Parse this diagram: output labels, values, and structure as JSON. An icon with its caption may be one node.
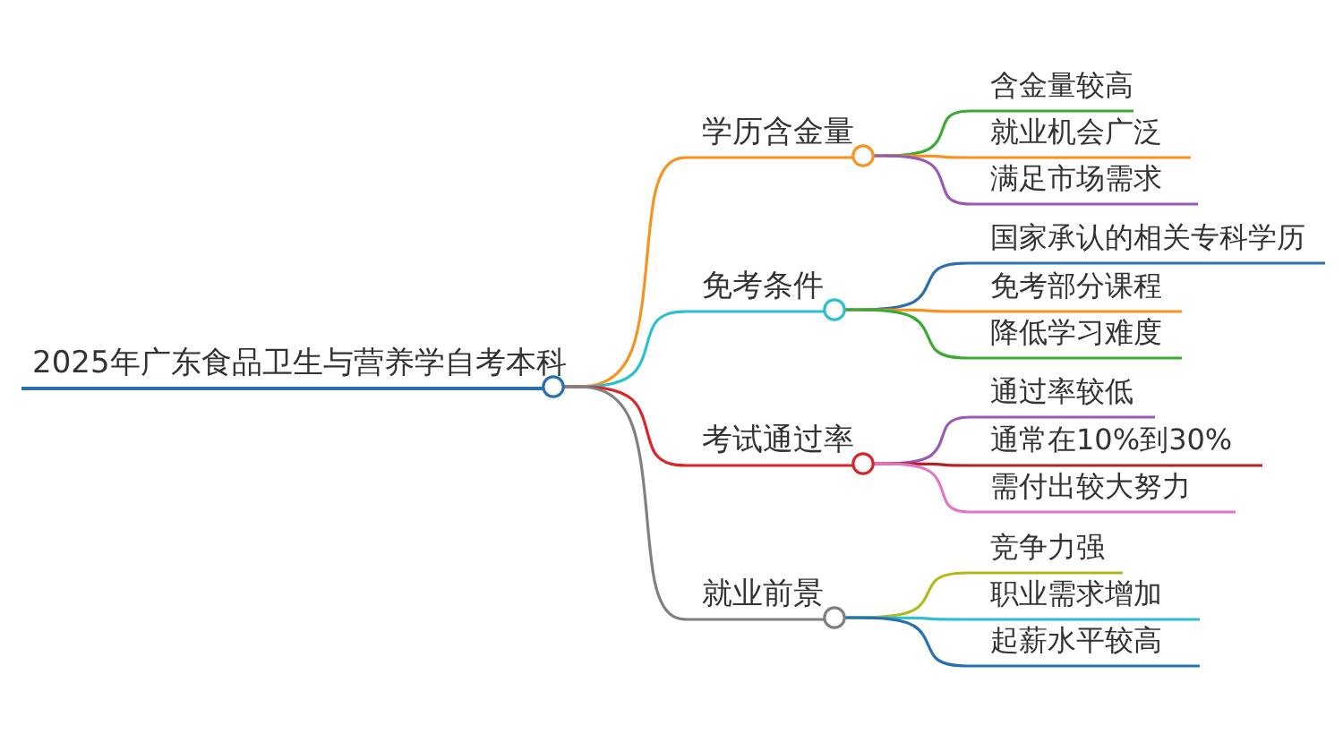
{
  "diagram": {
    "nodes": [
      {
        "text": [
          "2025年广东食品卫生与营养学自考本科"
        ]
      },
      {
        "text": [
          "学历含金量"
        ]
      },
      {
        "text": [
          "含金量较高"
        ]
      },
      {
        "text": [
          "就业机会广泛"
        ]
      },
      {
        "text": [
          "满足市场需求"
        ]
      },
      {
        "text": [
          "免考条件"
        ]
      },
      {
        "text": [
          "国家承认的相关专科学历"
        ]
      },
      {
        "text": [
          "免考部分课程"
        ]
      },
      {
        "text": [
          "降低学习难度"
        ]
      },
      {
        "text": [
          "考试通过率"
        ]
      },
      {
        "text": [
          "通过率较低"
        ]
      },
      {
        "text": [
          "通常在10%到30%"
        ]
      },
      {
        "text": [
          "需付出较大努力"
        ]
      },
      {
        "text": [
          "就业前景"
        ]
      },
      {
        "text": [
          "竞争力强"
        ]
      },
      {
        "text": [
          "职业需求增加"
        ]
      },
      {
        "text": [
          "起薪水平较高"
        ]
      }
    ],
    "edges": [
      {
        "from": 0,
        "to": 1,
        "arrow": "none",
        "color": "#f7931e"
      },
      {
        "from": 1,
        "to": 2,
        "arrow": "none",
        "color": "#3aaa35"
      },
      {
        "from": 1,
        "to": 3,
        "arrow": "none",
        "color": "#f7931e"
      },
      {
        "from": 1,
        "to": 4,
        "arrow": "none",
        "color": "#9b59b6"
      },
      {
        "from": 0,
        "to": 5,
        "arrow": "none",
        "color": "#2bbfcf"
      },
      {
        "from": 5,
        "to": 6,
        "arrow": "none",
        "color": "#2a6fb0"
      },
      {
        "from": 5,
        "to": 7,
        "arrow": "none",
        "color": "#f7931e"
      },
      {
        "from": 5,
        "to": 8,
        "arrow": "none",
        "color": "#3aaa35"
      },
      {
        "from": 0,
        "to": 9,
        "arrow": "none",
        "color": "#d9262a"
      },
      {
        "from": 9,
        "to": 10,
        "arrow": "none",
        "color": "#9b59b6"
      },
      {
        "from": 9,
        "to": 11,
        "arrow": "none",
        "color": "#b22222"
      },
      {
        "from": 9,
        "to": 12,
        "arrow": "none",
        "color": "#e377c2"
      },
      {
        "from": 0,
        "to": 13,
        "arrow": "none",
        "color": "#808080"
      },
      {
        "from": 13,
        "to": 14,
        "arrow": "none",
        "color": "#b5b81a"
      },
      {
        "from": 13,
        "to": 15,
        "arrow": "none",
        "color": "#2bbfcf"
      },
      {
        "from": 13,
        "to": 16,
        "arrow": "none",
        "color": "#2a6fb0"
      }
    ]
  }
}
